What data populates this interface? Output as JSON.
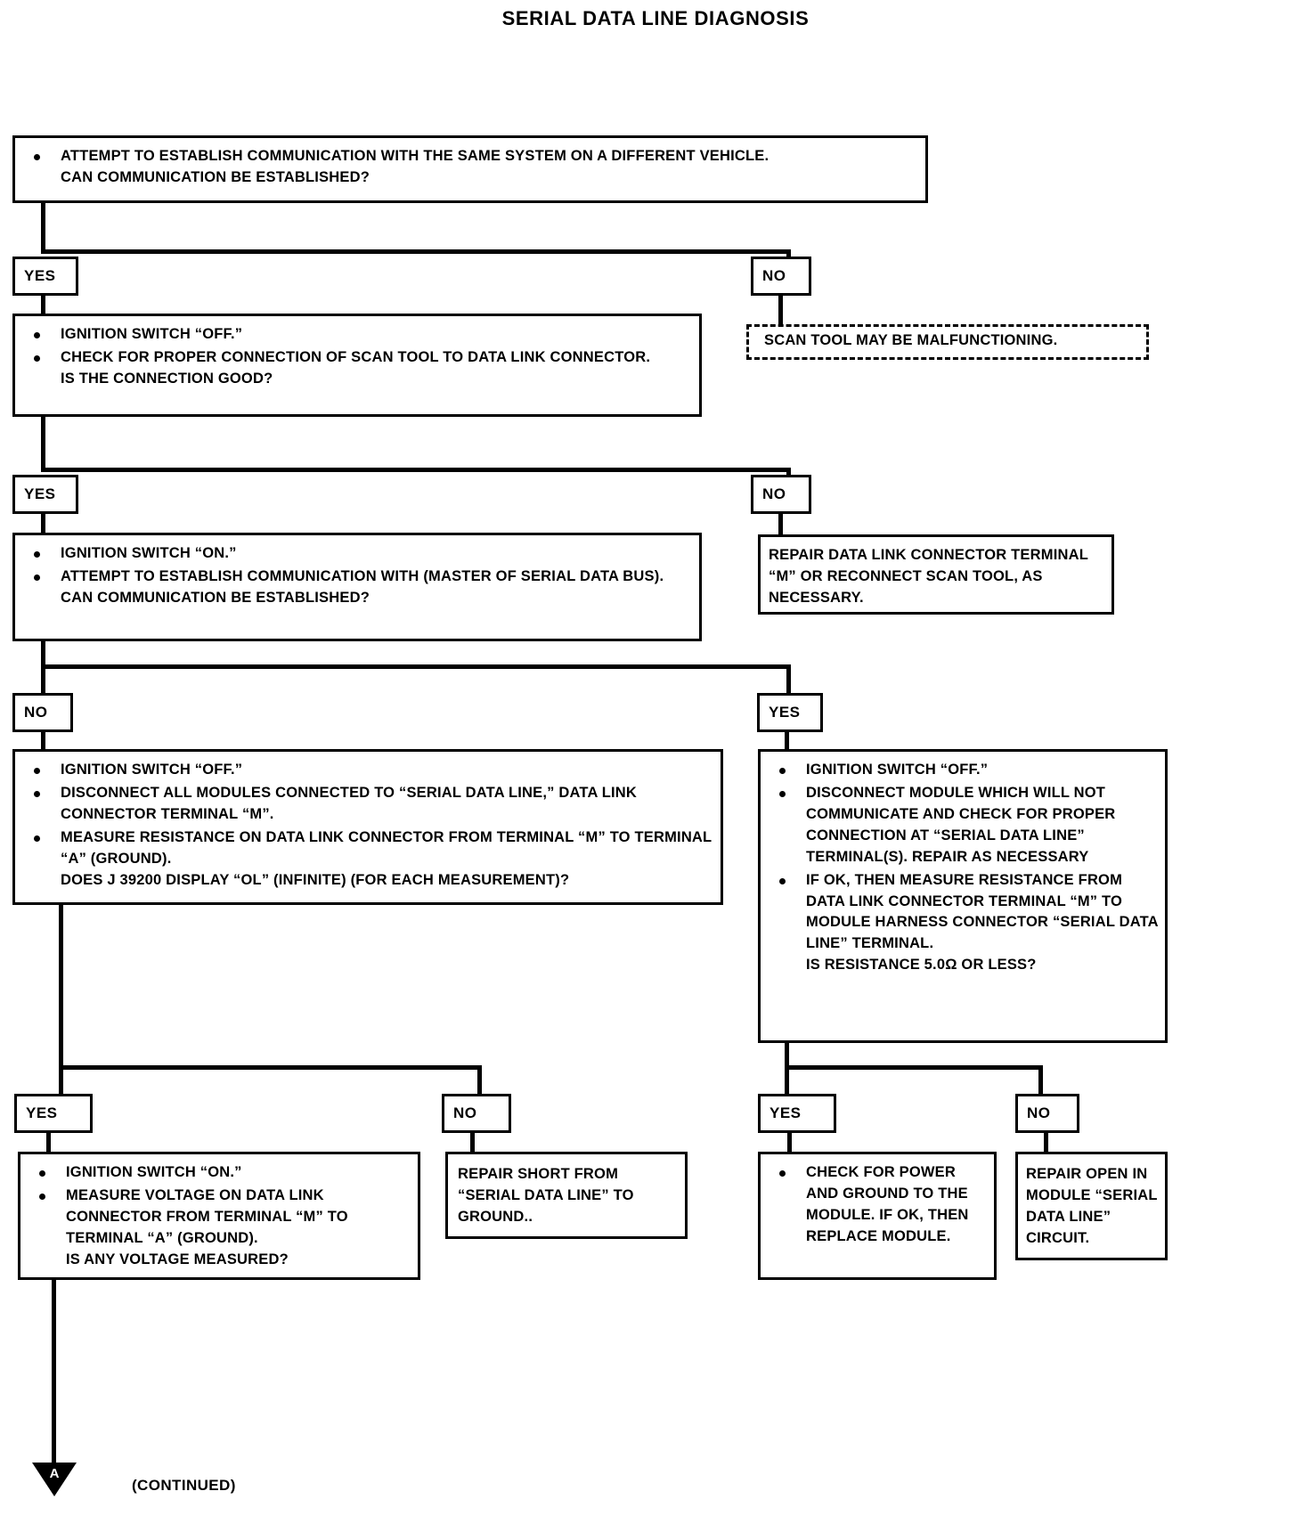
{
  "title": "SERIAL DATA LINE DIAGNOSIS",
  "continued_label": "(CONTINUED)",
  "continue_marker_letter": "A",
  "labels": {
    "yes": "YES",
    "no": "NO"
  },
  "colors": {
    "ink": "#000000",
    "paper": "#ffffff"
  },
  "steps": {
    "step1": {
      "bullets": [
        {
          "text": "ATTEMPT TO ESTABLISH COMMUNICATION WITH THE SAME SYSTEM ON A DIFFERENT VEHICLE.",
          "sub": "CAN COMMUNICATION BE ESTABLISHED?"
        }
      ]
    },
    "step2": {
      "bullets": [
        {
          "text": "IGNITION SWITCH “OFF.”"
        },
        {
          "text": "CHECK FOR PROPER CONNECTION OF SCAN TOOL TO DATA LINK CONNECTOR.",
          "sub": "IS THE CONNECTION GOOD?"
        }
      ]
    },
    "step3": {
      "bullets": [
        {
          "text": "IGNITION SWITCH “ON.”"
        },
        {
          "text": "ATTEMPT TO ESTABLISH COMMUNICATION WITH (MASTER OF SERIAL DATA BUS).",
          "sub": "CAN COMMUNICATION BE ESTABLISHED?"
        }
      ]
    },
    "step4_left": {
      "bullets": [
        {
          "text": "IGNITION SWITCH “OFF.”"
        },
        {
          "text": "DISCONNECT ALL MODULES CONNECTED TO “SERIAL DATA LINE,” DATA LINK CONNECTOR TERMINAL “M”."
        },
        {
          "text": "MEASURE RESISTANCE ON DATA LINK CONNECTOR FROM TERMINAL “M” TO TERMINAL “A” (GROUND).",
          "sub": "DOES J 39200 DISPLAY “OL” (INFINITE) (FOR EACH MEASUREMENT)?"
        }
      ]
    },
    "step4_right": {
      "bullets": [
        {
          "text": "IGNITION SWITCH “OFF.”"
        },
        {
          "text": "DISCONNECT MODULE WHICH WILL NOT COMMUNICATE AND CHECK FOR PROPER CONNECTION AT “SERIAL DATA LINE” TERMINAL(S). REPAIR AS NECESSARY"
        },
        {
          "text": "IF OK, THEN MEASURE RESISTANCE FROM DATA LINK CONNECTOR TERMINAL “M” TO MODULE HARNESS CONNECTOR “SERIAL DATA LINE” TERMINAL.",
          "sub": "IS RESISTANCE 5.0Ω OR LESS?"
        }
      ]
    },
    "step5_left": {
      "bullets": [
        {
          "text": "IGNITION SWITCH “ON.”"
        },
        {
          "text": "MEASURE VOLTAGE ON DATA LINK CONNECTOR FROM TERMINAL “M” TO TERMINAL “A” (GROUND).",
          "sub": "IS ANY VOLTAGE MEASURED?"
        }
      ]
    }
  },
  "outcomes": {
    "scan_tool_malfunction": "SCAN TOOL MAY BE MALFUNCTIONING.",
    "repair_dlc": "REPAIR DATA LINK CONNECTOR TERMINAL “M” OR RECONNECT SCAN TOOL, AS NECESSARY.",
    "repair_short": "REPAIR SHORT FROM “SERIAL DATA LINE” TO GROUND..",
    "check_power": "CHECK FOR POWER AND GROUND TO THE MODULE. IF OK, THEN REPLACE MODULE.",
    "repair_open": "REPAIR OPEN IN MODULE “SERIAL DATA LINE” CIRCUIT."
  }
}
